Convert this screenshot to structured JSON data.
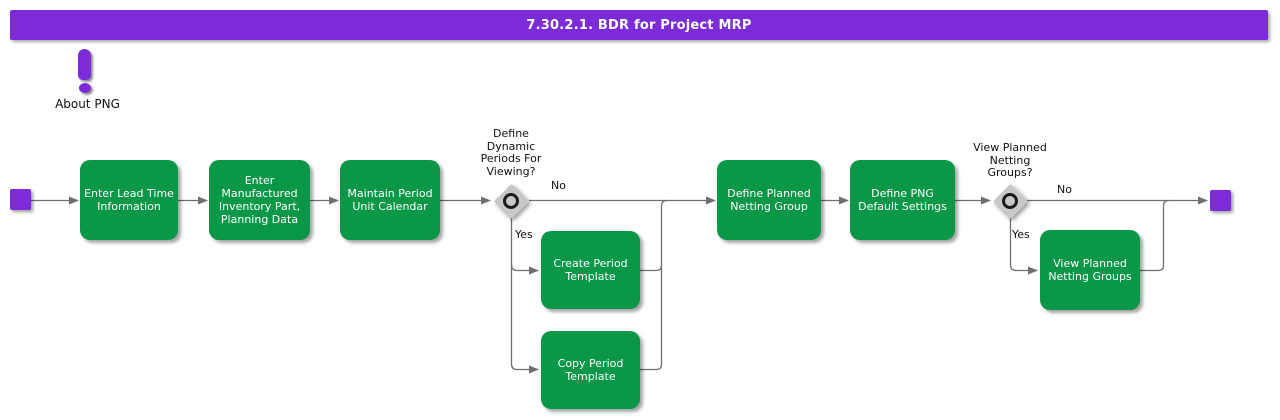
{
  "title_bar": {
    "title": "7.30.2.1. BDR for Project MRP"
  },
  "about": {
    "icon": "exclamation-icon",
    "label": "About PNG"
  },
  "flow": {
    "boxes": {
      "enter_lead_time": {
        "label": "Enter Lead Time\nInformation"
      },
      "enter_manufactured": {
        "label": "Enter\nManufactured\nInventory Part,\nPlanning Data"
      },
      "maintain_period_calendar": {
        "label": "Maintain Period\nUnit Calendar"
      },
      "create_period_template": {
        "label": "Create Period\nTemplate"
      },
      "copy_period_template": {
        "label": "Copy Period\nTemplate"
      },
      "define_planned_netting_group": {
        "label": "Define Planned\nNetting Group"
      },
      "define_png_default_settings": {
        "label": "Define PNG\nDefault Settings"
      },
      "view_planned_netting_groups": {
        "label": "View Planned\nNetting Groups"
      }
    },
    "decisions": {
      "dynamic_periods": {
        "label": "Define\nDynamic\nPeriods For\nViewing?",
        "no_label": "No",
        "yes_label": "Yes"
      },
      "view_groups": {
        "label": "View Planned\nNetting\nGroups?",
        "no_label": "No",
        "yes_label": "Yes"
      }
    }
  },
  "colors": {
    "purple": "#7C2BD8",
    "green": "#0A9748",
    "line": "#6F6F6F",
    "diamond": "#C8C8C8",
    "ring": "#1C1C1C",
    "text-dark": "#111111",
    "text-light": "#FFFFFF"
  }
}
